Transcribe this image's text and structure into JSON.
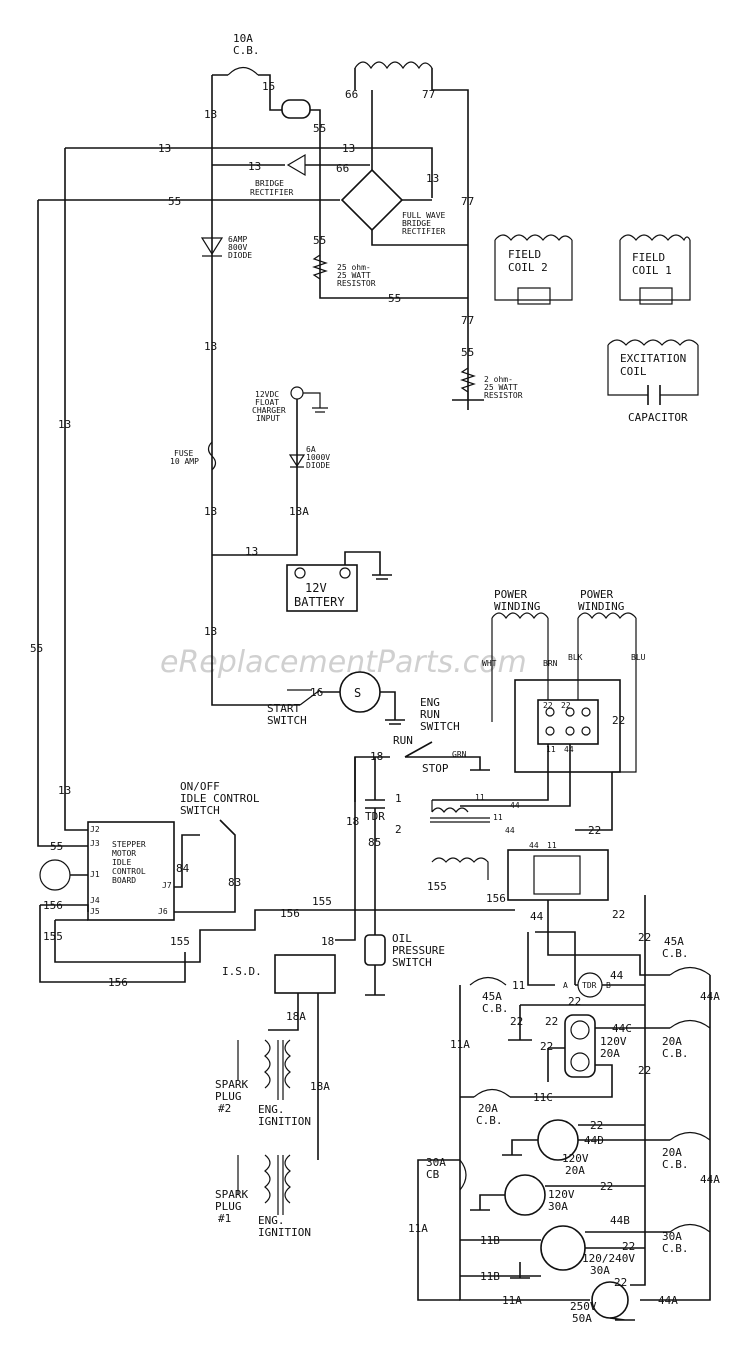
{
  "watermark": "eReplacementParts.com",
  "breakers": {
    "top": [
      "10A",
      "C.B."
    ],
    "cb45a_right": [
      "45A",
      "C.B."
    ],
    "cb45a_left": [
      "45A",
      "C.B."
    ],
    "cb20a_44c": [
      "20A",
      "C.B."
    ],
    "cb20a_11c": [
      "20A",
      "C.B."
    ],
    "cb20a_44d": [
      "20A",
      "C.B."
    ],
    "cb30a_left": [
      "30A",
      "CB"
    ],
    "cb30a_44b": [
      "30A",
      "C.B."
    ]
  },
  "components": {
    "bridge_rectifier": [
      "BRIDGE",
      "RECTIFIER"
    ],
    "full_wave_bridge": [
      "FULL WAVE",
      "BRIDGE",
      "RECTIFIER"
    ],
    "diode_6amp": [
      "6AMP",
      "800V",
      "DIODE"
    ],
    "resistor_25": [
      "25 ohm-",
      "25 WATT",
      "RESISTOR"
    ],
    "resistor_2": [
      "2 ohm-",
      "25 WATT",
      "RESISTOR"
    ],
    "field_coil_2": [
      "FIELD",
      "COIL 2"
    ],
    "field_coil_1": [
      "FIELD",
      "COIL 1"
    ],
    "excitation_coil": [
      "EXCITATION",
      "COIL"
    ],
    "capacitor": "CAPACITOR",
    "float_charger": [
      "12VDC",
      "FLOAT",
      "CHARGER",
      "INPUT"
    ],
    "diode_6a": [
      "6A",
      "1000V",
      "DIODE"
    ],
    "fuse": [
      "FUSE",
      "10 AMP"
    ],
    "battery": [
      "12V",
      "BATTERY"
    ],
    "start_switch": [
      "START",
      "SWITCH"
    ],
    "starter_motor": "S",
    "eng_run_switch": [
      "ENG",
      "RUN",
      "SWITCH"
    ],
    "run": "RUN",
    "stop": "STOP",
    "grn": "GRN",
    "power_winding_left": [
      "POWER",
      "WINDING"
    ],
    "power_winding_right": [
      "POWER",
      "WINDING"
    ],
    "wht": "WHT",
    "brn": "BRN",
    "blk": "BLK",
    "blu": "BLU",
    "idle_switch": [
      "ON/OFF",
      "IDLE CONTROL",
      "SWITCH"
    ],
    "stepper_board": [
      "STEPPER",
      "MOTOR",
      "IDLE",
      "CONTROL",
      "BOARD"
    ],
    "tdr": "TDR",
    "tdr_a": "A",
    "tdr_b": "B",
    "oil_pressure": [
      "OIL",
      "PRESSURE",
      "SWITCH"
    ],
    "isd": "I.S.D.",
    "spark_plug_2": [
      "SPARK",
      "PLUG",
      "#2"
    ],
    "spark_plug_1": [
      "SPARK",
      "PLUG",
      "#1"
    ],
    "eng_ignition_1": [
      "ENG.",
      "IGNITION"
    ],
    "eng_ignition_2": [
      "ENG.",
      "IGNITION"
    ],
    "recept_120v_20a": [
      "120V",
      "20A"
    ],
    "recept_120v_20a_b": [
      "120V",
      "20A"
    ],
    "recept_120v_30a": [
      "120V",
      "30A"
    ],
    "recept_120_240v": [
      "120/240V",
      "30A"
    ],
    "recept_250v": [
      "250V",
      "50A"
    ]
  },
  "jacks": [
    "J2",
    "J3",
    "J1",
    "J4",
    "J5",
    "J6",
    "J7"
  ],
  "wires": {
    "w13": "13",
    "w15": "15",
    "w55": "55",
    "w66": "66",
    "w77": "77",
    "w13a": "13A",
    "w16": "16",
    "w18": "18",
    "w85": "85",
    "w84": "84",
    "w83": "83",
    "w155": "155",
    "w156": "156",
    "w11": "11",
    "w44": "44",
    "w22": "22",
    "w18a": "18A",
    "w11a": "11A",
    "w44a": "44A",
    "w44c": "44C",
    "w11c": "11C",
    "w44d": "44D",
    "w11b": "11B",
    "w44b": "44B",
    "t1": "1",
    "t2": "2"
  }
}
